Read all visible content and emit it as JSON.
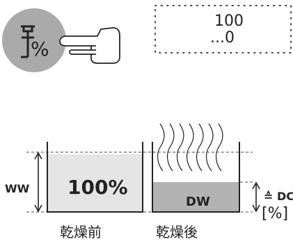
{
  "colors": {
    "key_fill": "#aaaaaa",
    "ink": "#222222",
    "wet_liquid": "#e5e5e5",
    "dry_liquid": "#b3b3b3",
    "guide_line": "#444444"
  },
  "icons": {
    "key": "moisture-percent-key-icon",
    "hand": "pointing-hand-icon",
    "vapor": "steam-lines-icon"
  },
  "display": {
    "line1": "100",
    "line2": "...0"
  },
  "diagram": {
    "ww_label": "WW",
    "wet_content": "100%",
    "dry_content": "DW",
    "dc_label": "≙ DC",
    "unit_label": "[%]",
    "before_caption": "乾燥前",
    "after_caption": "乾燥後"
  }
}
